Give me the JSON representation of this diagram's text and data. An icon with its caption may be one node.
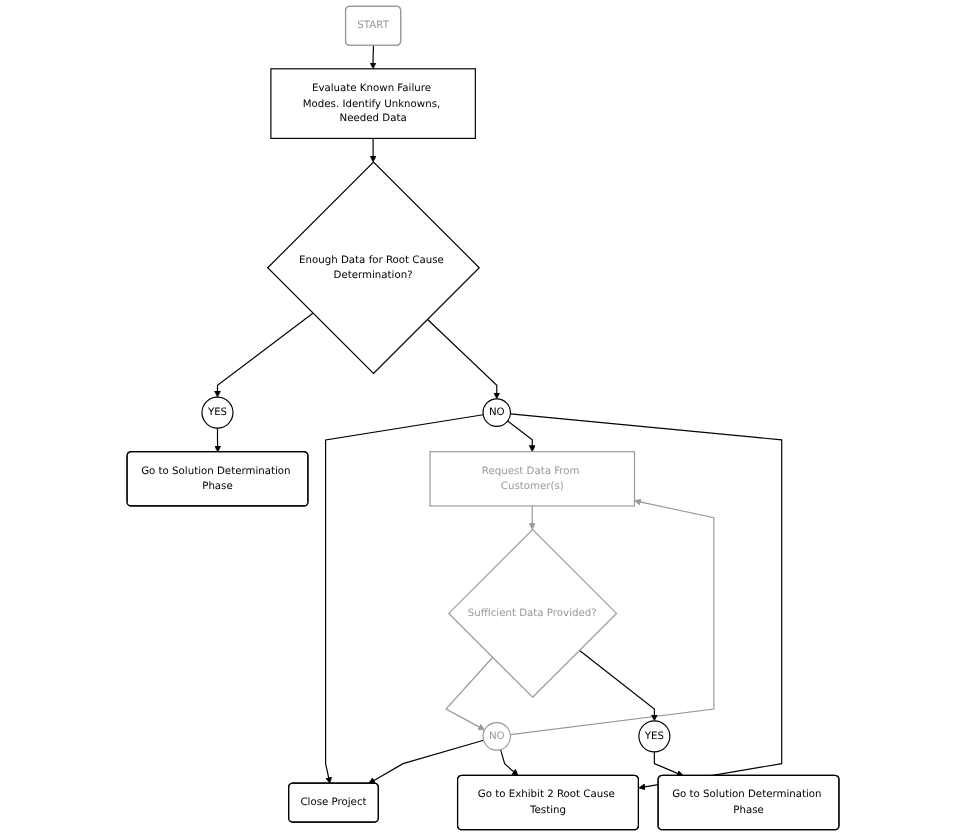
{
  "diagram": {
    "nodes": [
      {
        "text": [
          "START"
        ]
      },
      {
        "text": [
          "Evaluate Known Failure Modes. Identify Unknowns, Needed Data"
        ]
      },
      {
        "text": [
          "Enough Data for Root Cause Determination?"
        ]
      },
      {
        "text": [
          "YES"
        ]
      },
      {
        "text": [
          "Go to Solution Determination Phase"
        ]
      },
      {
        "text": [
          "NO"
        ]
      },
      {
        "text": [
          "Close Project"
        ]
      },
      {
        "text": [
          "Request Data From Customer(s)"
        ]
      },
      {
        "text": [
          "NO"
        ]
      },
      {
        "text": [
          "Go to Exhibit 2 Root Cause Testing"
        ]
      },
      {
        "text": [
          "Sufficient Data Provided?"
        ]
      },
      {
        "text": [
          "YES"
        ]
      },
      {
        "text": [
          "Go to Solution Determination Phase"
        ]
      }
    ],
    "edges": [
      {
        "from": 0,
        "to": 1,
        "arrow": "to"
      },
      {
        "from": 1,
        "to": 2,
        "arrow": "to"
      },
      {
        "from": 2,
        "to": 3,
        "arrow": "to"
      },
      {
        "from": 3,
        "to": 4,
        "arrow": "to"
      },
      {
        "from": 2,
        "to": 5,
        "arrow": "to"
      },
      {
        "from": 5,
        "to": 6,
        "arrow": "to"
      },
      {
        "from": 5,
        "to": 7,
        "arrow": "to"
      },
      {
        "from": 5,
        "to": 9,
        "arrow": "to"
      },
      {
        "from": 8,
        "to": 7,
        "arrow": "to",
        "color": "#999999"
      },
      {
        "from": 8,
        "to": 6,
        "arrow": "to"
      },
      {
        "from": 8,
        "to": 9,
        "arrow": "to"
      },
      {
        "from": 7,
        "to": 10,
        "arrow": "to",
        "color": "#999999"
      },
      {
        "from": 10,
        "to": 8,
        "arrow": "to",
        "color": "#999999"
      },
      {
        "from": 10,
        "to": 11,
        "arrow": "to"
      },
      {
        "from": 11,
        "to": 12,
        "arrow": "to"
      }
    ]
  }
}
